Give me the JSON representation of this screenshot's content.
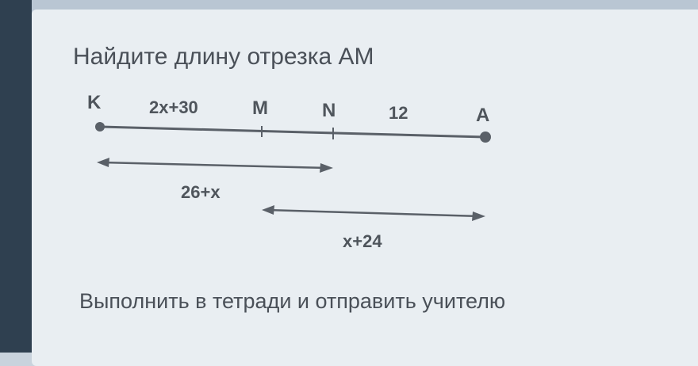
{
  "task": {
    "title": "Найдите длину отрезка АМ",
    "footer": "Выполнить в тетради и отправить учителю"
  },
  "diagram": {
    "points": [
      "K",
      "M",
      "N",
      "A"
    ],
    "segment_labels": {
      "km": "2x+30",
      "na": "12"
    },
    "span_labels": {
      "kn": "26+x",
      "ma": "x+24"
    },
    "colors": {
      "line": "#5a6068",
      "text": "#4f555c",
      "card": "#e9eef2",
      "sidebar": "#2f4050"
    }
  }
}
